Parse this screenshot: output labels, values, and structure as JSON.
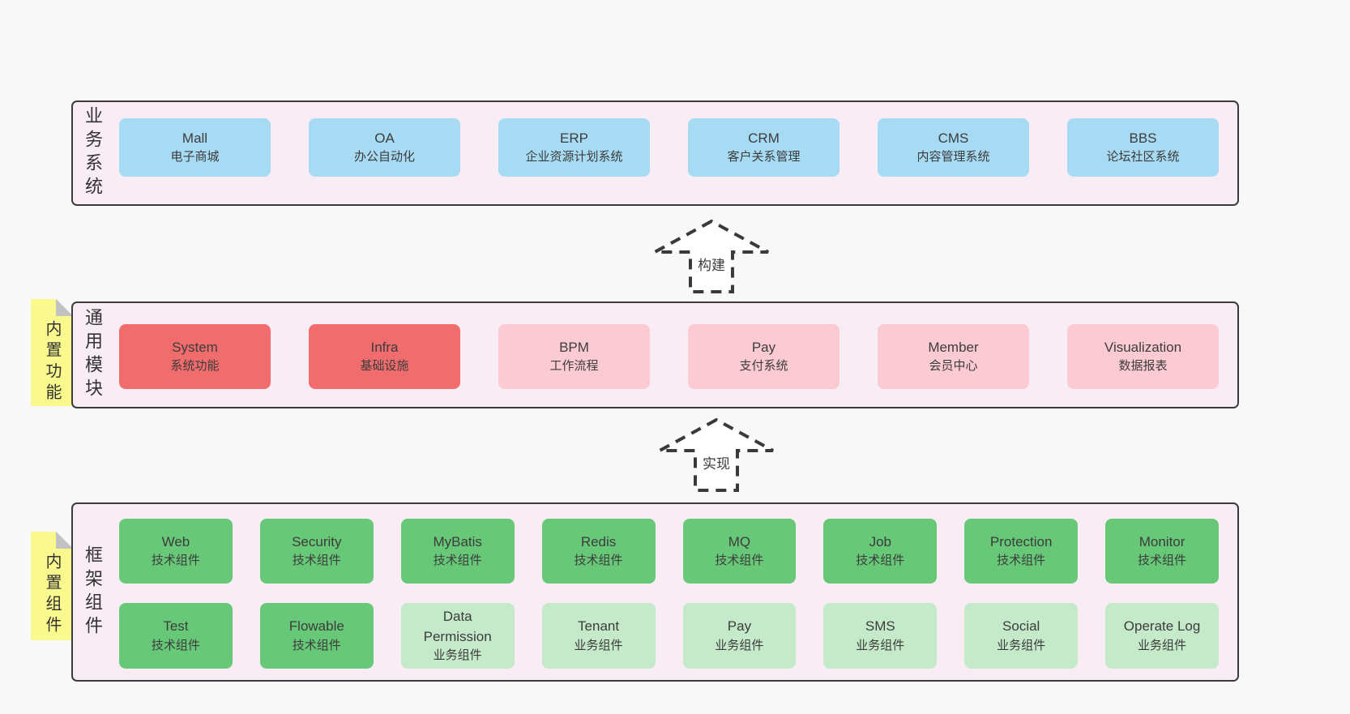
{
  "colors": {
    "page_bg": "#f8f8f8",
    "layer_bg": "#f8ecf5",
    "layer_border": "#3c3c3c",
    "blue": "#a7dbf4",
    "red": "#f16c6c",
    "pink": "#fbcad3",
    "green_dark": "#67c878",
    "green_light": "#c5eaca",
    "sticky_yellow": "#faf98e"
  },
  "arrows": {
    "build": "构建",
    "implement": "实现"
  },
  "layers": {
    "business": {
      "label": "业务系统",
      "boxes": [
        {
          "en": "Mall",
          "zh": "电子商城",
          "variant": "blue"
        },
        {
          "en": "OA",
          "zh": "办公自动化",
          "variant": "blue"
        },
        {
          "en": "ERP",
          "zh": "企业资源计划系统",
          "variant": "blue"
        },
        {
          "en": "CRM",
          "zh": "客户关系管理",
          "variant": "blue"
        },
        {
          "en": "CMS",
          "zh": "内容管理系统",
          "variant": "blue"
        },
        {
          "en": "BBS",
          "zh": "论坛社区系统",
          "variant": "blue"
        }
      ]
    },
    "modules": {
      "label": "通用模块",
      "sticky": "内置功能",
      "boxes": [
        {
          "en": "System",
          "zh": "系统功能",
          "variant": "red"
        },
        {
          "en": "Infra",
          "zh": "基础设施",
          "variant": "red"
        },
        {
          "en": "BPM",
          "zh": "工作流程",
          "variant": "pink"
        },
        {
          "en": "Pay",
          "zh": "支付系统",
          "variant": "pink"
        },
        {
          "en": "Member",
          "zh": "会员中心",
          "variant": "pink"
        },
        {
          "en": "Visualization",
          "zh": "数据报表",
          "variant": "pink"
        }
      ]
    },
    "components": {
      "label": "框架组件",
      "sticky": "内置组件",
      "row1": [
        {
          "en": "Web",
          "zh": "技术组件",
          "variant": "green_dark"
        },
        {
          "en": "Security",
          "zh": "技术组件",
          "variant": "green_dark"
        },
        {
          "en": "MyBatis",
          "zh": "技术组件",
          "variant": "green_dark"
        },
        {
          "en": "Redis",
          "zh": "技术组件",
          "variant": "green_dark"
        },
        {
          "en": "MQ",
          "zh": "技术组件",
          "variant": "green_dark"
        },
        {
          "en": "Job",
          "zh": "技术组件",
          "variant": "green_dark"
        },
        {
          "en": "Protection",
          "zh": "技术组件",
          "variant": "green_dark"
        },
        {
          "en": "Monitor",
          "zh": "技术组件",
          "variant": "green_dark"
        }
      ],
      "row2": [
        {
          "en": "Test",
          "zh": "技术组件",
          "variant": "green_dark"
        },
        {
          "en": "Flowable",
          "zh": "技术组件",
          "variant": "green_dark"
        },
        {
          "en": "Data Permission",
          "zh": "业务组件",
          "variant": "green_light"
        },
        {
          "en": "Tenant",
          "zh": "业务组件",
          "variant": "green_light"
        },
        {
          "en": "Pay",
          "zh": "业务组件",
          "variant": "green_light"
        },
        {
          "en": "SMS",
          "zh": "业务组件",
          "variant": "green_light"
        },
        {
          "en": "Social",
          "zh": "业务组件",
          "variant": "green_light"
        },
        {
          "en": "Operate Log",
          "zh": "业务组件",
          "variant": "green_light"
        }
      ]
    }
  }
}
